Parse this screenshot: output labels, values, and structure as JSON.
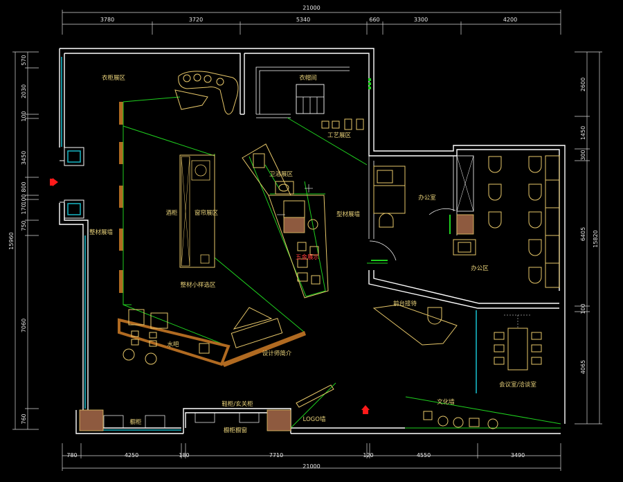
{
  "dimensions": {
    "total_width": "21000",
    "top": [
      "3780",
      "3720",
      "5340",
      "660",
      "3300",
      "4200"
    ],
    "bottom": [
      "780",
      "4250",
      "180",
      "7710",
      "120",
      "4550",
      "3490"
    ],
    "left_total": "15960",
    "left": [
      "570",
      "2030",
      "100",
      "3450",
      "800",
      "100",
      "170",
      "750",
      "7060",
      "760"
    ],
    "right_total": "15820",
    "right": [
      "2600",
      "1450",
      "300",
      "6405",
      "100",
      "4065"
    ]
  },
  "rooms": {
    "wardrobe_area": "衣柜展区",
    "cloakroom": "衣帽间",
    "craft_area": "工艺展区",
    "bath_area": "卫浴展区",
    "hardware_area": "五金展示",
    "panel_wall_left": "整材展墙",
    "panel_wall_right": "型材展墙",
    "shoe_cabinet": "酒柜",
    "window_area": "窗帘展区",
    "sample_area": "整材小样选区",
    "water_bar": "水吧",
    "designer_intro": "设计师简介",
    "office": "办公室",
    "office_area": "办公区",
    "reception": "前台接待",
    "meeting_room": "会议室/洽谈室",
    "culture_wall": "文化墙",
    "logo_wall": "LOGO墙",
    "cabinet_bottom": "橱柜",
    "entrance_cabinet": "鞋柜/玄关柜",
    "cabinet_window": "橱柜橱窗"
  },
  "colors": {
    "wall": "#ffffff",
    "furniture": "#e8c86a",
    "display": "#1fd11f",
    "glass": "#17b7c6",
    "entry_marker": "#ff1a1a"
  }
}
